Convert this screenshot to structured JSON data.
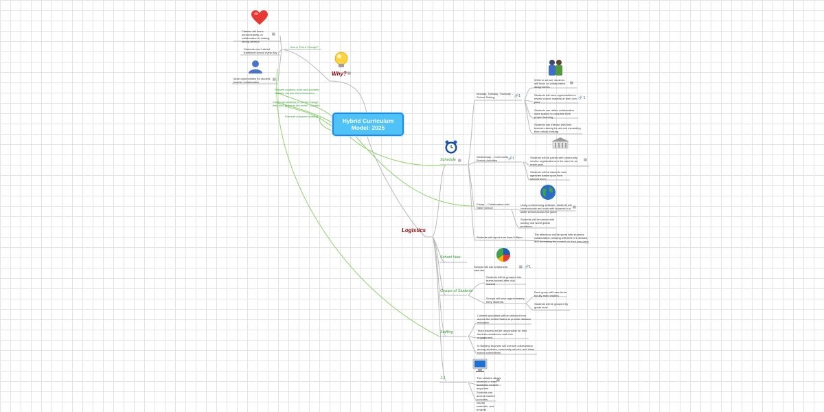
{
  "root": {
    "title": "Hybrid Curriculum Model: 2025"
  },
  "why": {
    "label": "Why?",
    "how_label": "How is This A Change?",
    "how_items": [
      "Classes will focus predominantly on collaboration & making strong citizens",
      "Students won't attend traditional school every day",
      "More opportunities for student-teacher collaboration"
    ],
    "goals": [
      "Prepare students to be well-rounded citizens, not just test memorizers",
      "Challenge students to \"be the change they wish to see in the world\" - Gandhi",
      "Promote character building"
    ]
  },
  "logistics": {
    "label": "Logistics",
    "schedule": {
      "label": "Schedule",
      "days": [
        {
          "label": "Monday, Tuesday, Thursday -- School Setting",
          "count": "1",
          "items": [
            "While in school, students will focus on collaborative assignments.",
            "Students will have opportunities to review course material at their own pace",
            "Students can utilize collaborative work spaces to complete their project learning",
            "Students can interact with their teachers asking for aid and expanding their critical thinking"
          ]
        },
        {
          "label": "Wednesday -- Community Service Activities",
          "count": "1",
          "items": [
            "Students will be paired with community service organizations in the area for an entire year.",
            "Students will be asked to rank agencies based upon their interest level."
          ]
        },
        {
          "label": "Friday -- Collaboration with Sister School",
          "items": [
            "Using conferencing software, students will communicate and work with students in a sister school across the globe.",
            "Students will be tasked with solving real world global problems."
          ]
        },
        {
          "label": "Students will report from 9am-3:30pm",
          "items": [
            "The afternoon will be spent with students collaboration, working with their 1:1 devices, and accessing the content on their own pace"
          ]
        }
      ]
    },
    "school_year": {
      "label": "School Year",
      "item": "Schools will use a balanced calendar.",
      "count": "1"
    },
    "groups": {
      "label": "Groups of Students",
      "items": [
        "Students will be grouped into teams named after civic leaders",
        "Groups will have approximately thirty students."
      ],
      "sub_items": [
        "Each group will have three faculty team leaders",
        "Students will be grouped by grade level"
      ]
    },
    "staffing": {
      "label": "Staffing",
      "items": [
        "Content specialists will be selected from across the United States to provide distance education",
        "Team leaders will be responsible for their students academics and civic engagement.",
        "In Building teachers will oversee collaboration among students, community service, and sister school connections."
      ]
    },
    "one_to_one": {
      "label": "1:1",
      "items": [
        "This initiative allows students to learn academic content anywhere.",
        "Students can access teacher podcasts, course materials, and projects."
      ]
    }
  },
  "icons": {
    "why": "lightbulb-icon",
    "heart": "heart-icon",
    "person": "person-icon",
    "people": "people-icon",
    "building": "building-icon",
    "globe": "globe-icon",
    "clock": "alarm-clock-icon",
    "pie": "pie-chart-icon",
    "computer": "computer-icon",
    "note": "note-icon",
    "link": "link-icon"
  },
  "colors": {
    "root_fill": "#4fc3f7",
    "root_border": "#1e88e5",
    "main_label": "#8b0000",
    "branch_label": "#2e9e2e",
    "relationship_line": "#8ed36a",
    "connector": "#b9b9b9"
  }
}
